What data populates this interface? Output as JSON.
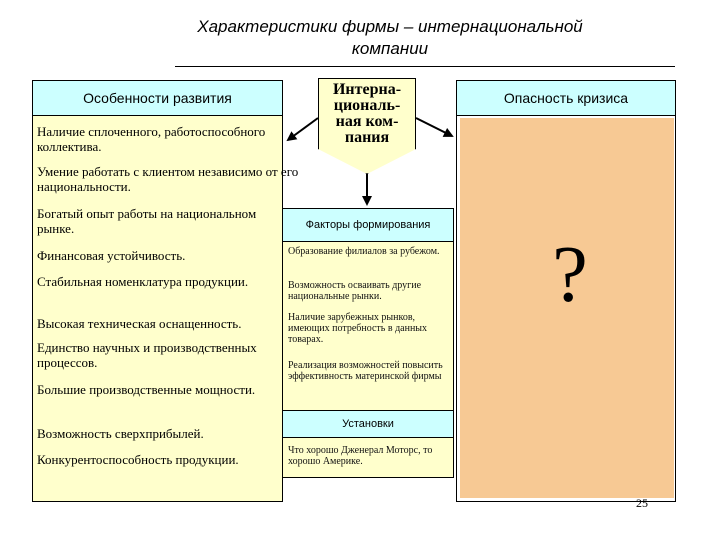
{
  "title": {
    "line1": "Характеристики фирмы – интернациональной",
    "line2": "компании"
  },
  "left": {
    "header": "Особенности развития",
    "items": [
      "Наличие сплоченного, работоспособного коллектива.",
      "Умение работать с клиентом независимо от его национальности.",
      "Богатый опыт работы на национальном рынке.",
      "Финансовая устойчивость.",
      "Стабильная номенклатура продукции.",
      "Высокая техническая оснащенность.",
      "Единство научных и производственных процессов.",
      "Большие производственные мощности.",
      "Возможность сверхприбылей.",
      "Конкурентоспособность продукции."
    ]
  },
  "center": {
    "title": "Интерна-циональ-ная ком-пания",
    "title_lines": [
      "Интерна-",
      "циональ-",
      "ная ком-",
      "пания"
    ],
    "factors_header": "Факторы формирования",
    "factors": [
      "Образование филиалов за рубежом.",
      "Возможность осваивать другие национальные рынки.",
      "Наличие зарубежных рынков, имеющих потребность в данных товарах.",
      "Реализация возможностей повысить эффективность материнской фирмы"
    ],
    "settings_header": "Установки",
    "settings_text": "Что хорошо Дженерал Моторс, то хорошо Америке."
  },
  "right": {
    "header": "Опасность кризиса",
    "symbol": "?"
  },
  "page_number": "25",
  "colors": {
    "header_fill": "#ccffff",
    "panel_fill": "#ffffcc",
    "crisis_fill": "#f7c994"
  }
}
